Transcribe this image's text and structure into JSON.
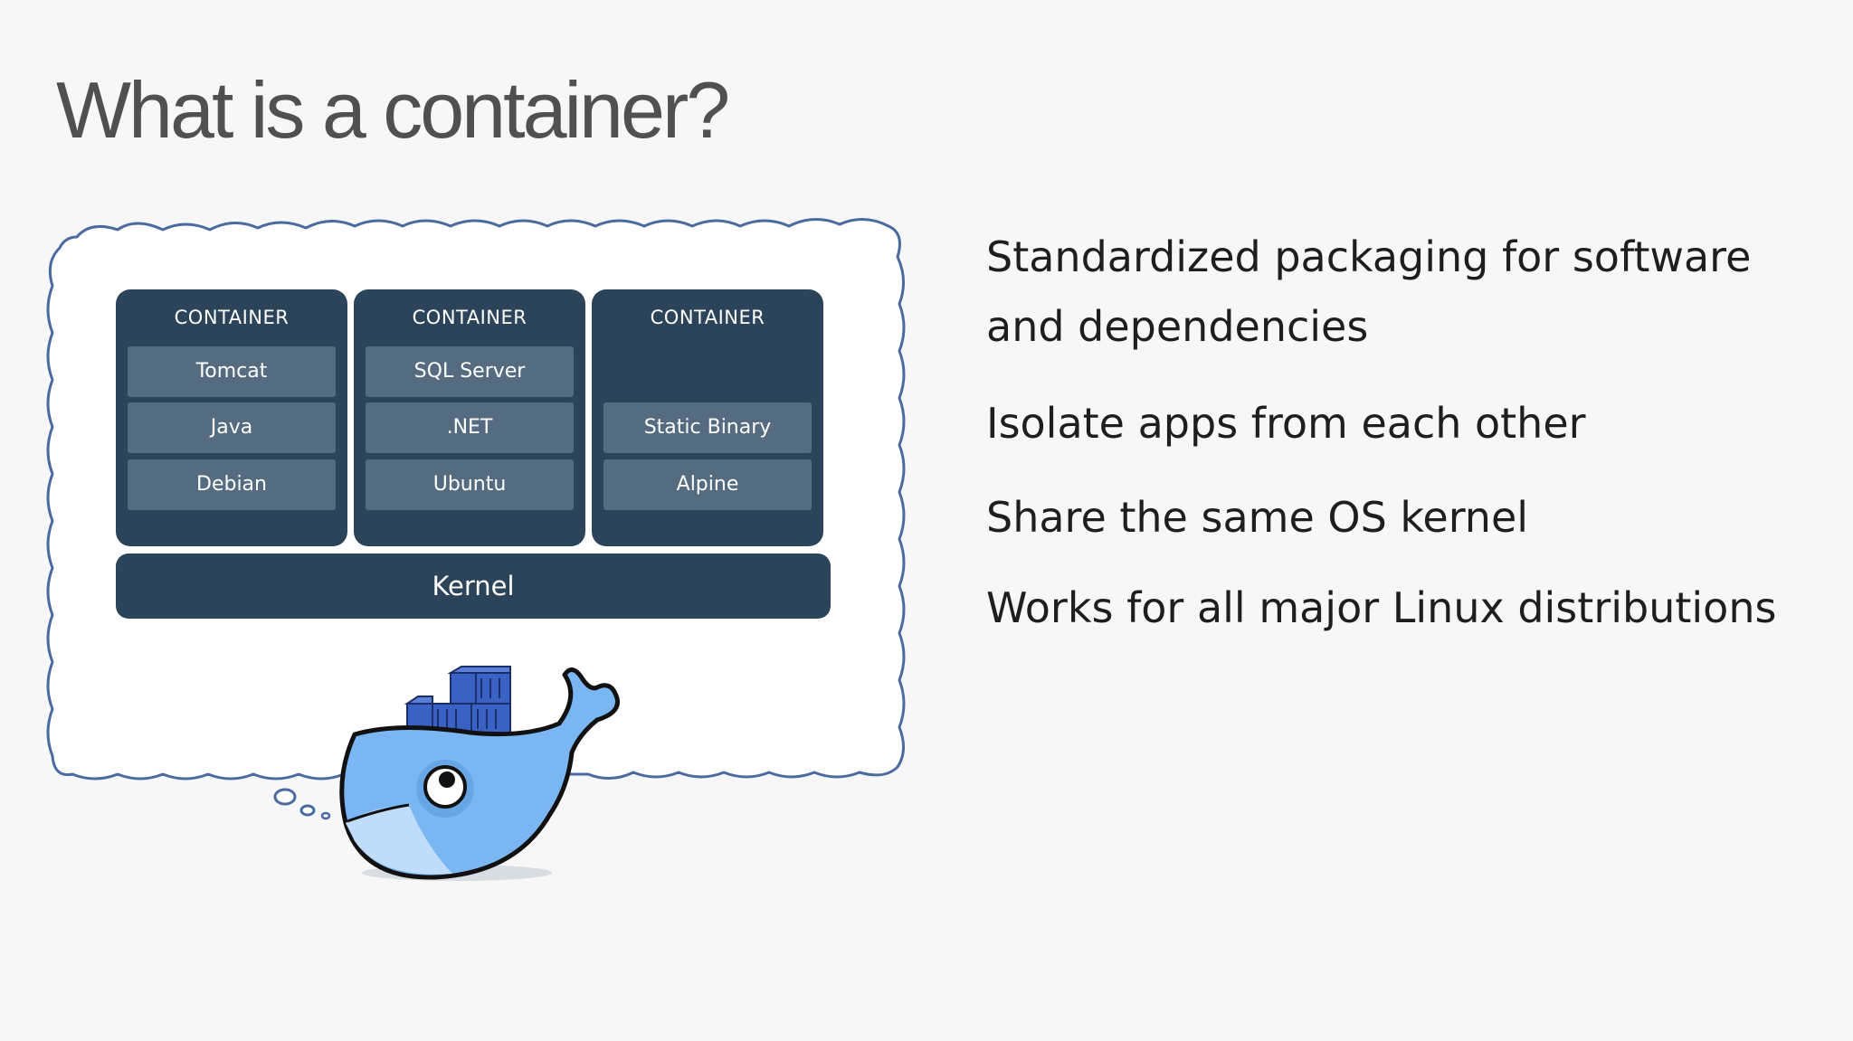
{
  "slide": {
    "title": "What is a container?"
  },
  "diagram": {
    "containers": [
      {
        "label": "CONTAINER",
        "layers": [
          "Tomcat",
          "Java",
          "Debian"
        ]
      },
      {
        "label": "CONTAINER",
        "layers": [
          "SQL Server",
          ".NET",
          "Ubuntu"
        ]
      },
      {
        "label": "CONTAINER",
        "layers": [
          "",
          "Static Binary",
          "Alpine"
        ]
      }
    ],
    "kernel_label": "Kernel",
    "colors": {
      "container_bg": "#2b4459",
      "layer_bg": "#546b80",
      "cloud_outline": "#4a6aa0",
      "whale_body": "#7ab6f2",
      "whale_belly": "#bfdcfa",
      "cargo": "#3a62c4"
    },
    "icons": [
      "thought-cloud",
      "docker-whale-icon"
    ]
  },
  "bullets": [
    "Standardized packaging for software and dependencies",
    "Isolate apps from each other",
    "Share the same OS kernel",
    "Works for all major Linux distributions"
  ]
}
